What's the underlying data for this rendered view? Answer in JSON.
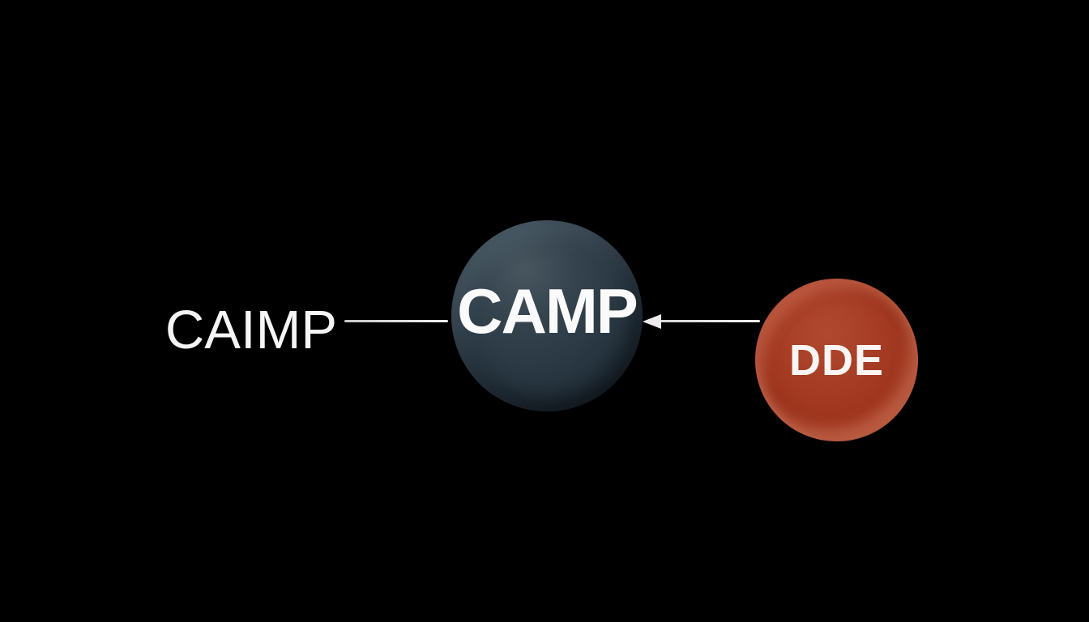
{
  "background_color": "#000000",
  "diagram": {
    "left_label": {
      "text": "CAIMP",
      "color": "#f5f5f5"
    },
    "connector_line": {
      "type": "plain-line",
      "color": "#e0e0e0",
      "connects": [
        "left_label",
        "center_node"
      ]
    },
    "center_node": {
      "label": "CAMP",
      "shape": "circle",
      "fill_color": "#2a3843",
      "highlight_color": "#47565f",
      "text_color": "#fafafa"
    },
    "arrow": {
      "type": "arrow-line",
      "direction": "left",
      "from": "right_node",
      "to": "center_node",
      "color": "#ececec"
    },
    "right_node": {
      "label": "DDE",
      "shape": "circle",
      "fill_color": "#a23a22",
      "highlight_color": "#d4795f",
      "text_color": "#fbf6f3"
    }
  }
}
